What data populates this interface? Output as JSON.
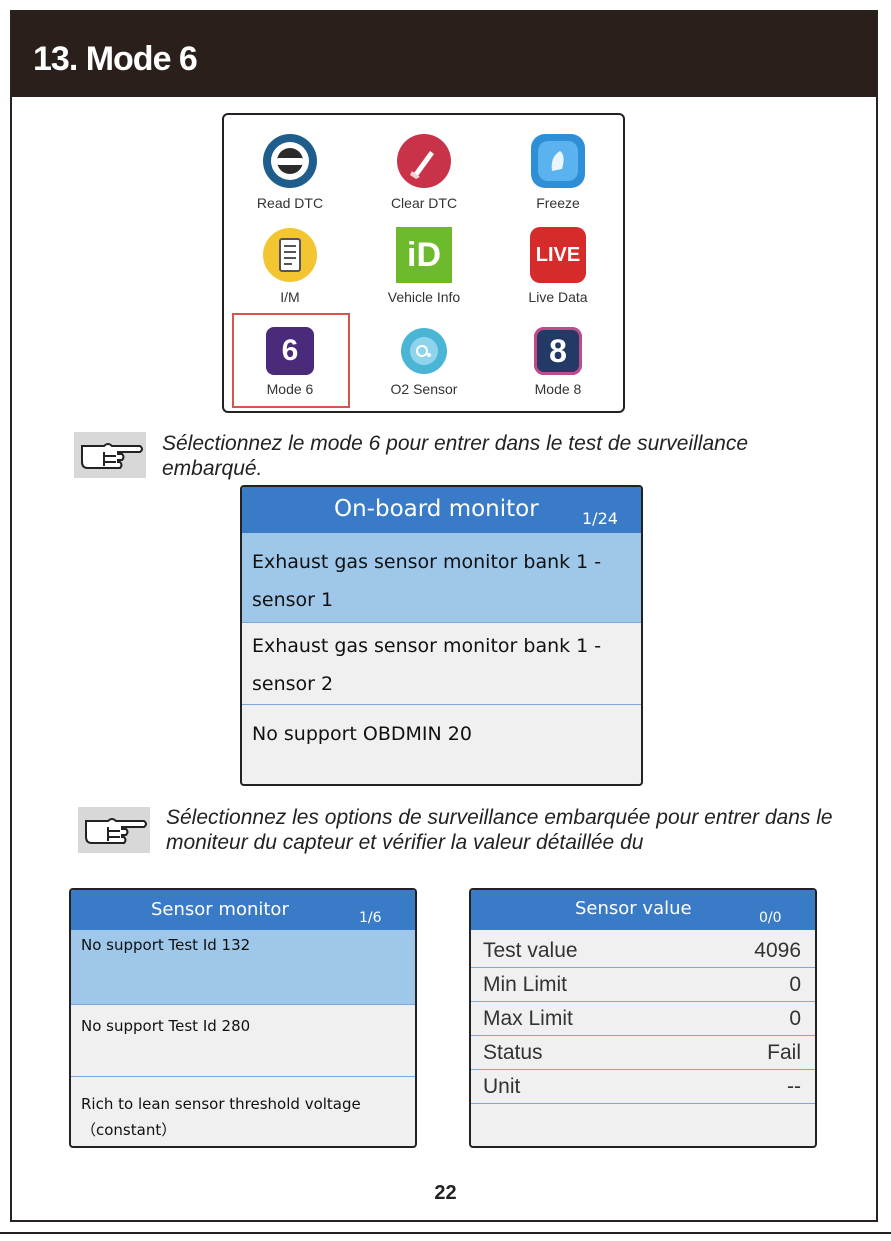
{
  "header": {
    "title": "13. Mode 6"
  },
  "menu": {
    "items": [
      {
        "label": "Read DTC",
        "icon": "read-dtc-icon"
      },
      {
        "label": "Clear DTC",
        "icon": "clear-dtc-icon"
      },
      {
        "label": "Freeze",
        "icon": "freeze-icon"
      },
      {
        "label": "I/M",
        "icon": "im-icon"
      },
      {
        "label": "Vehicle Info",
        "icon": "vehicle-info-icon",
        "glyph": "iD"
      },
      {
        "label": "Live Data",
        "icon": "live-data-icon",
        "glyph": "LIVE"
      },
      {
        "label": "Mode 6",
        "icon": "mode6-icon",
        "glyph": "6"
      },
      {
        "label": "O2 Sensor",
        "icon": "o2-sensor-icon"
      },
      {
        "label": "Mode 8",
        "icon": "mode8-icon",
        "glyph": "8"
      }
    ],
    "selected": "Mode 6"
  },
  "notes": [
    {
      "text": "Sélectionnez le mode 6 pour entrer dans le test de surveillance embarqué."
    },
    {
      "text": "Sélectionnez les options de surveillance embarquée pour entrer dans le moniteur du capteur et vérifier la valeur détaillée du"
    }
  ],
  "onboard": {
    "title": "On-board monitor",
    "page": "1/24",
    "rows": [
      "Exhaust gas sensor monitor bank 1 - sensor 1",
      "Exhaust gas sensor monitor bank 1 - sensor 2",
      "No support OBDMIN 20"
    ]
  },
  "sensor_monitor": {
    "title": "Sensor monitor",
    "page": "1/6",
    "rows": [
      "No support Test Id 132",
      "No support Test Id 280",
      "Rich to lean sensor threshold voltage （constant）"
    ]
  },
  "sensor_value": {
    "title": "Sensor value",
    "page": "0/0",
    "rows": [
      {
        "label": "Test value",
        "value": "4096"
      },
      {
        "label": "Min Limit",
        "value": "0"
      },
      {
        "label": "Max Limit",
        "value": "0"
      },
      {
        "label": "Status",
        "value": "Fail"
      },
      {
        "label": "Unit",
        "value": "--"
      }
    ]
  },
  "footer": {
    "page_number": "22"
  },
  "colors": {
    "header_bg": "#2b1f1c",
    "panel_header": "#3a7bc8",
    "row_selected": "#9ec7ea",
    "selection_border": "#d9534f"
  }
}
